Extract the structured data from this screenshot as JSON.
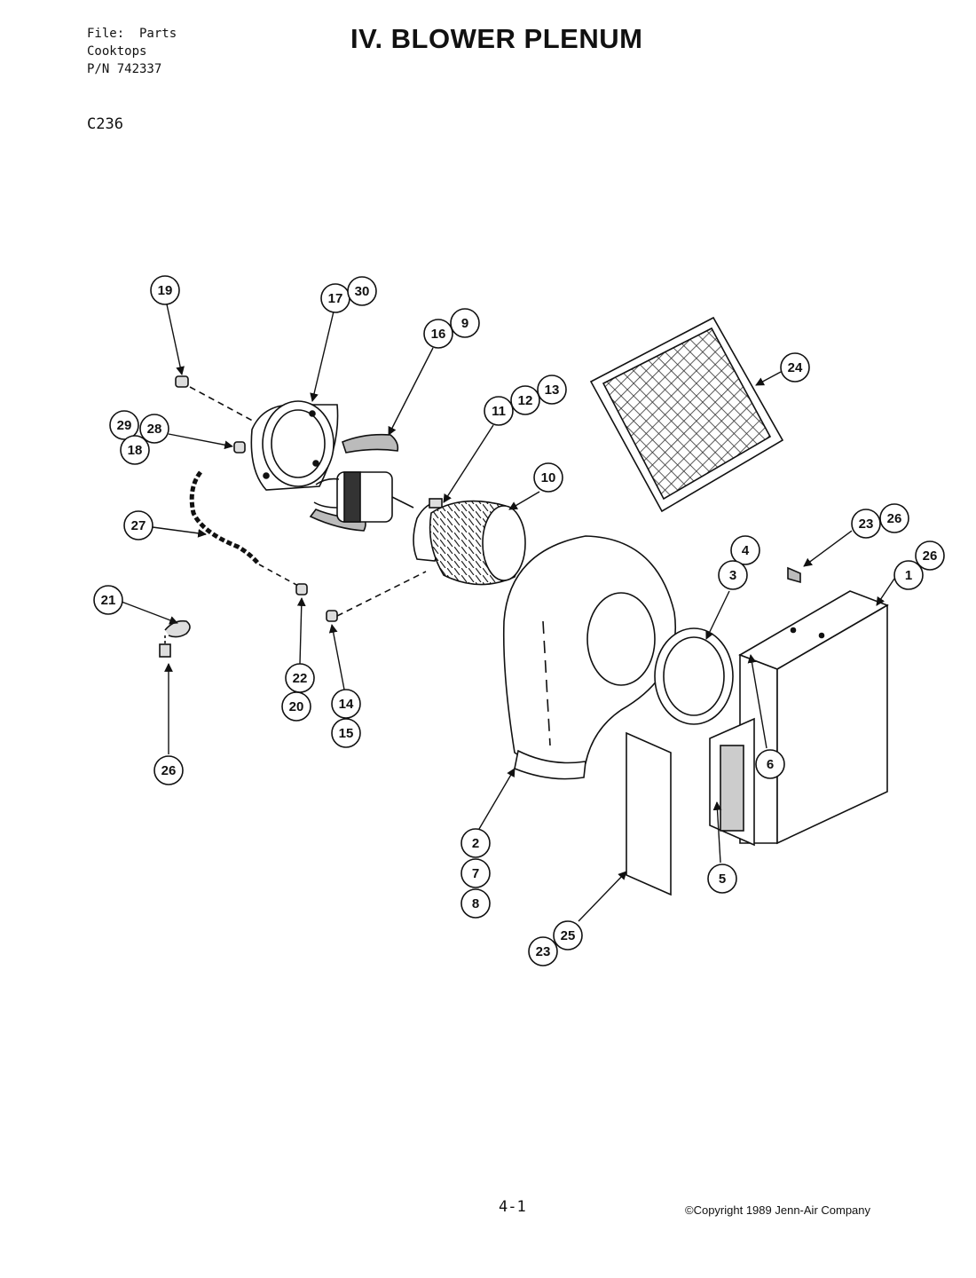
{
  "file_info": {
    "line1": "File:  Parts",
    "line2": "Cooktops",
    "line3": "P/N 742337"
  },
  "model": "C236",
  "title": "IV. BLOWER PLENUM",
  "page_number": "4-1",
  "copyright": "©Copyright 1989 Jenn-Air Company",
  "callouts": {
    "c19": "19",
    "c17": "17",
    "c30": "30",
    "c16": "16",
    "c9": "9",
    "c11": "11",
    "c12": "12",
    "c13": "13",
    "c24": "24",
    "c29": "29",
    "c28": "28",
    "c18": "18",
    "c10": "10",
    "c27": "27",
    "c23a": "23",
    "c26a": "26",
    "c4": "4",
    "c3": "3",
    "c1": "1",
    "c26b": "26",
    "c21": "21",
    "c22": "22",
    "c20": "20",
    "c14": "14",
    "c15": "15",
    "c6": "6",
    "c26c": "26",
    "c2": "2",
    "c7": "7",
    "c8": "8",
    "c5": "5",
    "c23b": "23",
    "c25": "25"
  }
}
